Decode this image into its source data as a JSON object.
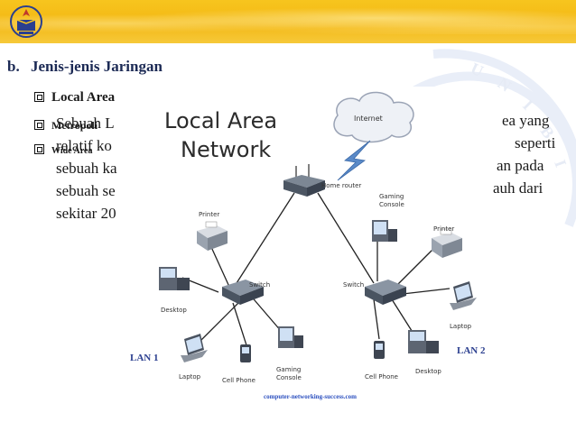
{
  "heading": {
    "number": "b.",
    "text": "Jenis-jenis Jaringan"
  },
  "bullets": [
    {
      "text": "Local Area"
    },
    {
      "text": "Metropoli"
    },
    {
      "text": "Wide Area"
    }
  ],
  "paragraph": {
    "lines": [
      "Sebuah L",
      "relatif ko",
      "sebuah ka",
      "sebuah se",
      "sekitar 20"
    ],
    "right_fragments": [
      "ea yang",
      "seperti",
      "an pada",
      "auh dari"
    ]
  },
  "diagram": {
    "title_line1": "Local Area",
    "title_line2": "Network",
    "labels": {
      "internet": "Internet",
      "home_router": "Home router",
      "printer_left": "Printer",
      "printer_right": "Printer",
      "gaming_top": "Gaming\nConsole",
      "switch_left": "Switch",
      "switch_right": "Switch",
      "desktop_left": "Desktop",
      "desktop_right": "Desktop",
      "laptop_left": "Laptop",
      "laptop_right": "Laptop",
      "cellphone_left": "Cell Phone",
      "cellphone_right": "Cell Phone",
      "gaming_bottom": "Gaming\nConsole",
      "lan1": "LAN 1",
      "lan2": "LAN 2",
      "source": "computer-networking-success.com"
    }
  },
  "colors": {
    "header": "#f3b714",
    "heading": "#1c2a55",
    "lan_label": "#2b3f8f",
    "source_link": "#2b4fbf"
  }
}
